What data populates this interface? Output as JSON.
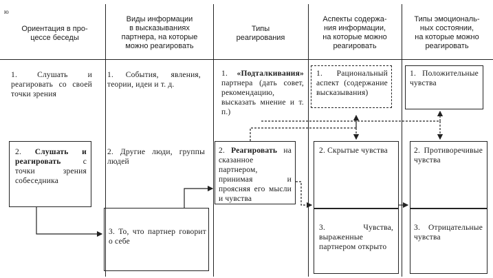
{
  "corner_label": "ю",
  "headers": [
    "Ориентация в про-\nцессе беседы",
    "Виды информации\nв высказываниях\nпартнера, на которые\nможно реагировать",
    "Типы\nреагирования",
    "Аспекты содержа-\nния информации,\nна которые можно\nреагировать",
    "Типы эмоциональ-\nных состоянии,\nна которые можно\nреагировать"
  ],
  "col1": {
    "item1": "1. Слушать и реагировать со своей точки зрения",
    "item2_num": "2.",
    "item2_bold": "Слушать и реагировать",
    "item2_rest": "с точки зрения собеседника"
  },
  "col2": {
    "item1": "1. События, явления, теории, идеи и т. д.",
    "item2": "2. Другие люди, группы людей",
    "item3": "3. То, что партнер говорит о себе"
  },
  "col3": {
    "item1_num": "1.",
    "item1_bold": "«Подталкивания»",
    "item1_rest": "партнера (дать совет, рекомендацию, высказать мнение и т. п.)",
    "item2_num": "2.",
    "item2_bold": "Реагировать",
    "item2_rest": "на сказанное партнером, принимая и проясняя его мысли и чувства"
  },
  "col4": {
    "item1": "1. Рациональный аспект (содержание высказывания)",
    "item2": "2. Скрытые чувства",
    "item3": "3. Чувства, выраженные партнером открыто"
  },
  "col5": {
    "item1": "1. Положительные чувства",
    "item2": "2. Противоречивые чувства",
    "item3": "3. Отрицательные чувства"
  }
}
